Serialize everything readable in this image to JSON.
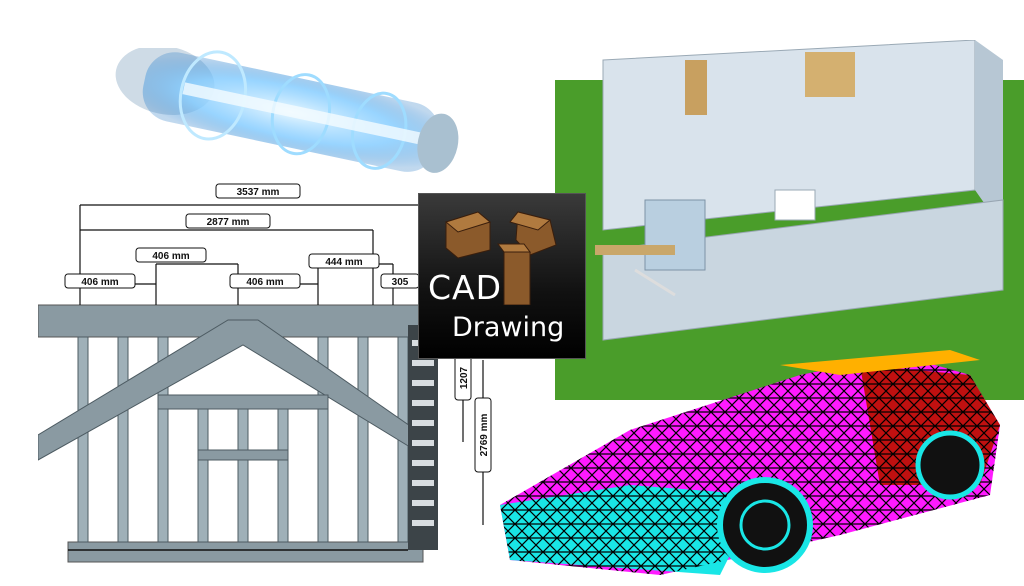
{
  "badge": {
    "line1": "CAD",
    "line2": "Drawing"
  },
  "dimensions": {
    "total_width": "3537 mm",
    "inner_width": "2877 mm",
    "spacing_left": "406 mm",
    "spacing_mid1": "406 mm",
    "spacing_mid2": "406 mm",
    "spacing_444": "444 mm",
    "spacing_right": "305",
    "height_upper": "1207",
    "height_total": "2769 mm"
  },
  "colors": {
    "engine": "#8fd3ff",
    "frame": "#8a9aa2",
    "grass": "#3f8f22",
    "house_wall": "#d9e3ec",
    "car_magenta": "#ff1aff",
    "car_cyan": "#19e6e6",
    "car_red": "#c01010",
    "badge_bg": "#111111"
  },
  "icons": [
    "jet-engine-icon",
    "wood-joint-icon"
  ]
}
